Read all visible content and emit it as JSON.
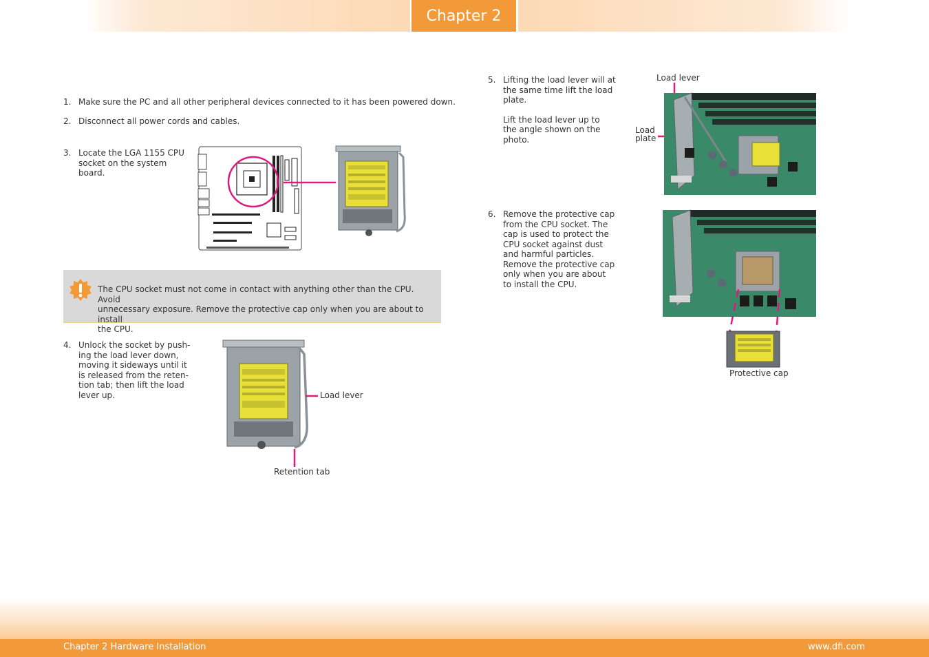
{
  "header": {
    "chapter_tab": "Chapter 2"
  },
  "steps": [
    {
      "num": "1.",
      "text": "Make sure the PC and all other peripheral devices connected to it has been powered down."
    },
    {
      "num": "2.",
      "text": "Disconnect all power cords and cables."
    },
    {
      "num": "3.",
      "lines": [
        "Locate the LGA 1155 CPU",
        "socket on the system",
        "board."
      ]
    },
    {
      "num": "4.",
      "lines": [
        "Unlock the socket by push-",
        "ing the load lever down,",
        "moving it sideways until it",
        "is released from the reten-",
        "tion tab; then lift the load",
        "lever up."
      ]
    },
    {
      "num": "5.",
      "lines": [
        "Lifting the load lever will at",
        "the same time lift the load",
        "plate.",
        "",
        "Lift the load lever up to",
        "the angle shown on the",
        "photo."
      ]
    },
    {
      "num": "6.",
      "lines": [
        "Remove the protective cap",
        "from the CPU socket. The",
        "cap is used to protect the",
        "CPU socket against dust",
        "and harmful particles.",
        "Remove the protective cap",
        "only when you are about",
        "to install the CPU."
      ]
    }
  ],
  "note": {
    "icon": "exclamation-icon",
    "lines": [
      "The CPU socket must not come in contact with anything other than the CPU. Avoid",
      "unnecessary exposure. Remove the protective cap only when you are about to install",
      "the CPU."
    ]
  },
  "labels": {
    "load_lever_step4": "Load lever",
    "retention_tab": "Retention tab",
    "load_lever_step5": "Load lever",
    "load_plate_line1": "Load",
    "load_plate_line2": "plate",
    "protective_cap": "Protective cap"
  },
  "footer": {
    "left": "Chapter 2 Hardware Installation",
    "right": "www.dfi.com"
  },
  "colors": {
    "accent_orange": "#f29a3a",
    "callout_magenta": "#e0197d",
    "note_bg": "#d9d9d9",
    "sticker_yellow": "#f4e94a"
  }
}
